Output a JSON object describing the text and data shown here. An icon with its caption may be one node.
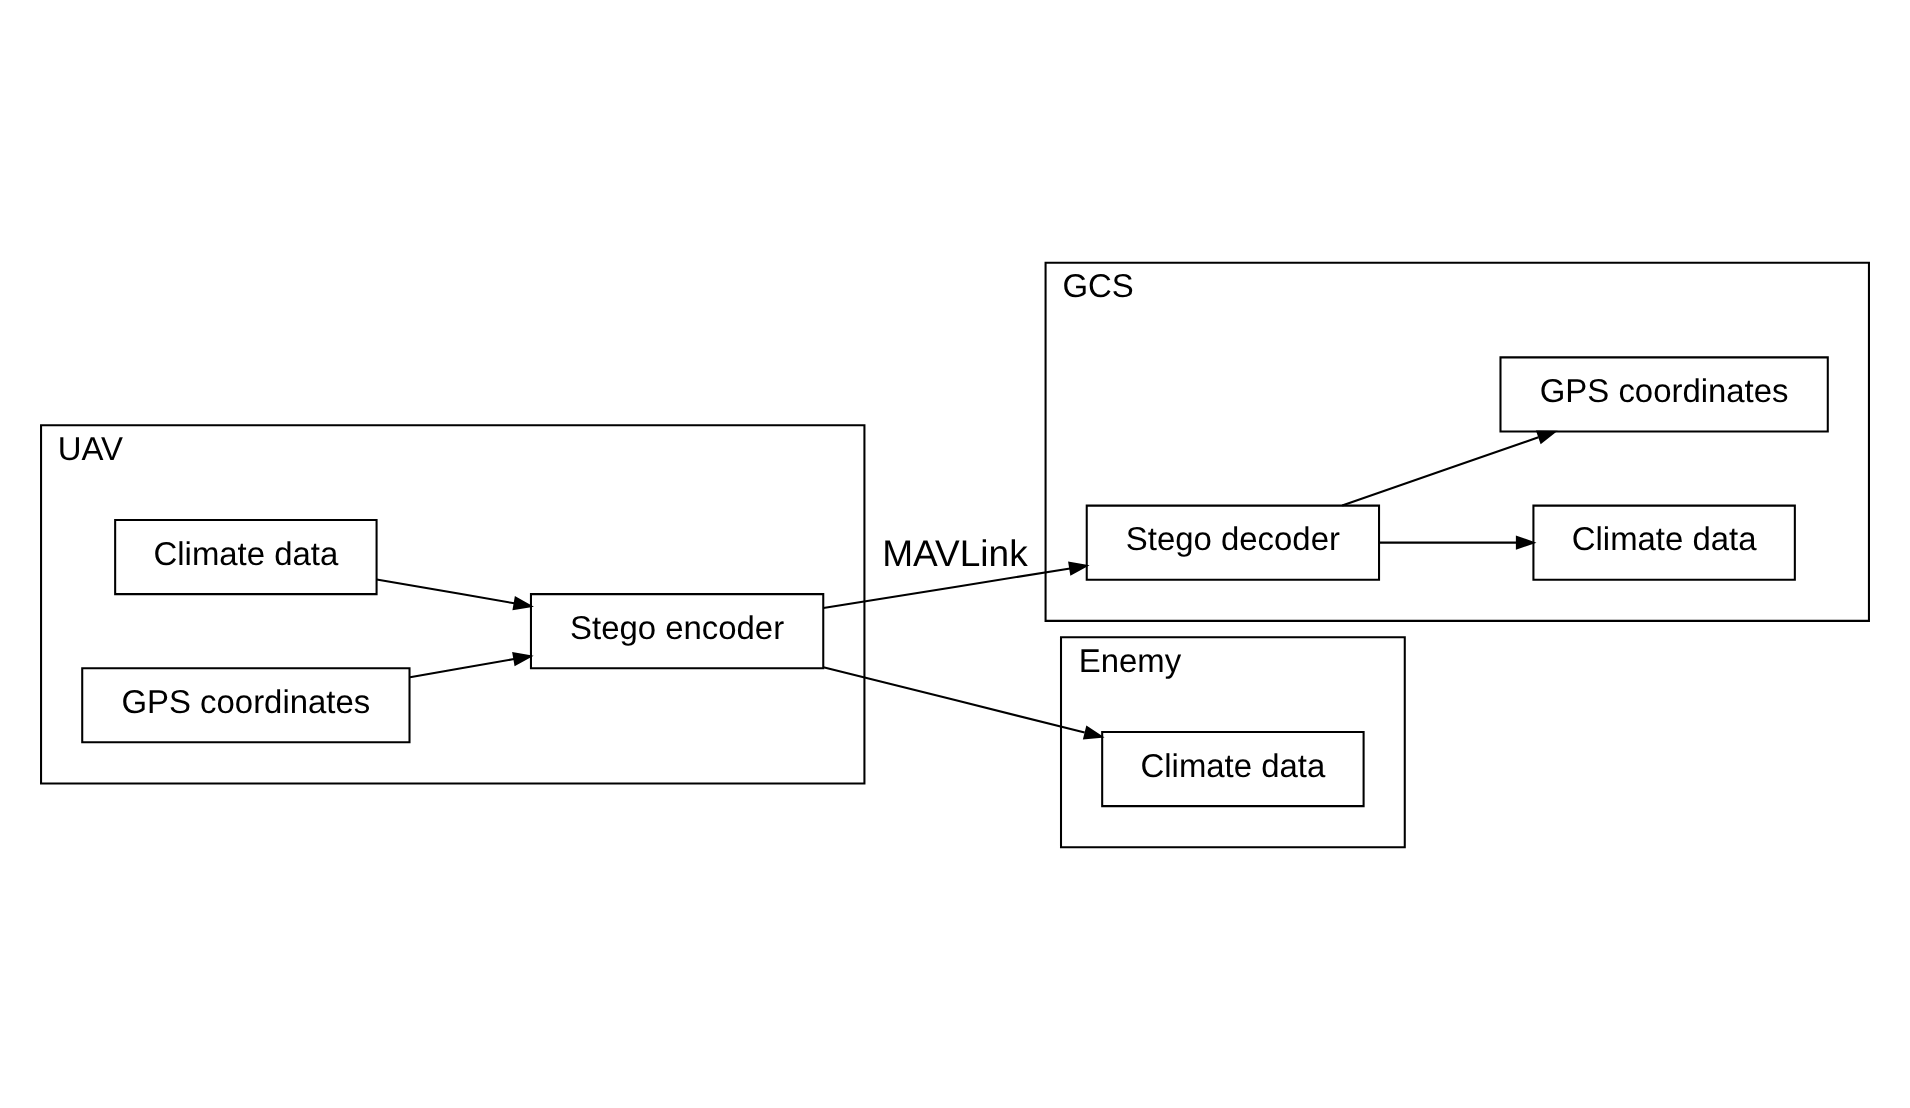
{
  "diagram": {
    "nodes": [
      {
        "text": [
          "UAV"
        ]
      },
      {
        "text": [
          "Climate data"
        ],
        "in": 0
      },
      {
        "text": [
          "Stego encoder"
        ],
        "in": 0
      },
      {
        "text": [
          "GPS coordinates"
        ],
        "in": 0
      },
      {
        "text": [
          "GCS"
        ]
      },
      {
        "text": [
          "Stego decoder"
        ],
        "in": 4
      },
      {
        "text": [
          "Climate data"
        ],
        "in": 4
      },
      {
        "text": [
          "GPS coordinates"
        ],
        "in": 4
      },
      {
        "text": [
          "Enemy"
        ]
      },
      {
        "text": [
          "Climate data"
        ],
        "in": 8
      }
    ],
    "edges": [
      {
        "from": 1,
        "to": 2,
        "arrow": "to"
      },
      {
        "from": 3,
        "to": 2,
        "arrow": "to"
      },
      {
        "from": 2,
        "to": 5,
        "arrow": "to",
        "label": "MAVLink"
      },
      {
        "from": 5,
        "to": 6,
        "arrow": "to"
      },
      {
        "from": 5,
        "to": 7,
        "arrow": "to"
      },
      {
        "from": 2,
        "to": 9,
        "arrow": "to"
      }
    ]
  }
}
